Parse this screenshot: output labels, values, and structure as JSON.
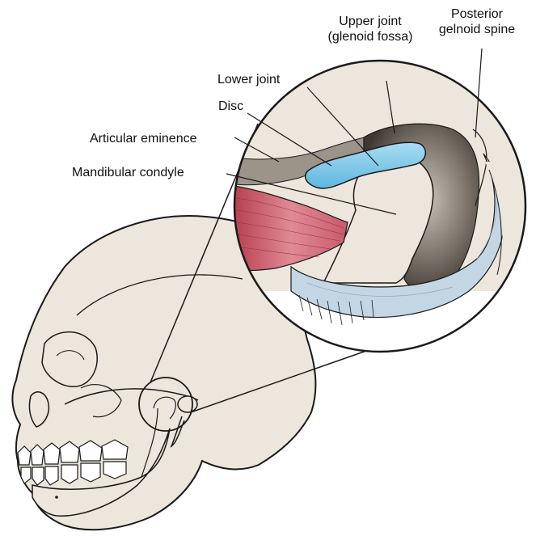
{
  "labels": {
    "upper_joint": {
      "line1": "Upper joint",
      "line2": "(glenoid fossa)"
    },
    "posterior_spine": {
      "line1": "Posterior",
      "line2": "gelnoid spine"
    },
    "lower_joint": "Lower joint",
    "disc": "Disc",
    "articular_eminence": "Articular eminence",
    "mandibular_condyle": "Mandibular condyle"
  },
  "colors": {
    "bone": "#ece6dc",
    "outline": "#1a1a1a",
    "fossa_shadow": "#6b645c",
    "disc": "#7ec8e8",
    "ligament": "#c4d6e4",
    "muscle": "#c85a6a"
  }
}
